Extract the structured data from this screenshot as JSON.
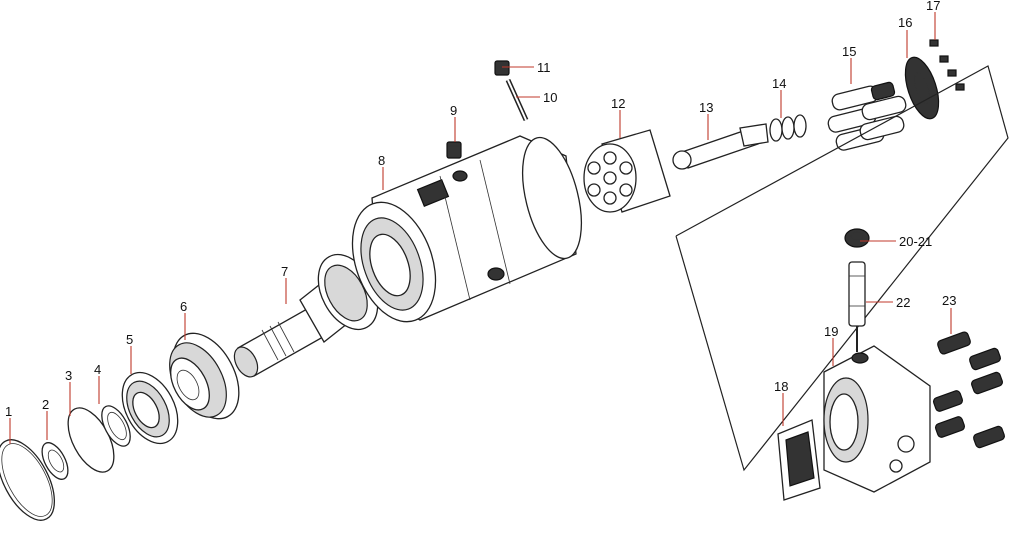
{
  "labels": {
    "l1": "1",
    "l2": "2",
    "l3": "3",
    "l4": "4",
    "l5": "5",
    "l6": "6",
    "l7": "7",
    "l8": "8",
    "l9": "9",
    "l10": "10",
    "l11": "11",
    "l12": "12",
    "l13": "13",
    "l14": "14",
    "l15": "15",
    "l16": "16",
    "l17": "17",
    "l18": "18",
    "l19": "19",
    "l20_21": "20-21",
    "l22": "22",
    "l23": "23"
  },
  "colors": {
    "leader": "#c0392b",
    "ink": "#222222",
    "background": "#ffffff"
  }
}
